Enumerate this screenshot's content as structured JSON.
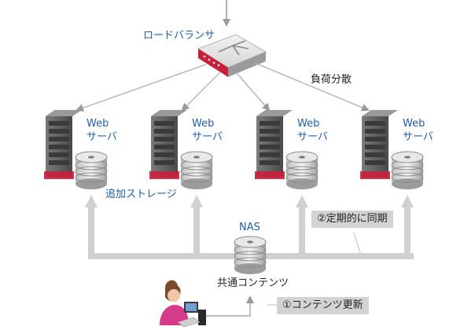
{
  "labels": {
    "load_balancer": "ロードバランサ",
    "load_distribution": "負荷分散",
    "additional_storage": "追加ストレージ",
    "nas": "NAS",
    "shared_contents": "共通コンテンツ",
    "periodic_sync": "②定期的に同期",
    "contents_update": "①コンテンツ更新"
  },
  "servers": [
    {
      "line1": "Web",
      "line2": "サーバ"
    },
    {
      "line1": "Web",
      "line2": "サーバ"
    },
    {
      "line1": "Web",
      "line2": "サーバ"
    },
    {
      "line1": "Web",
      "line2": "サーバ"
    }
  ],
  "colors": {
    "accent_red": "#c8203c",
    "label_blue": "#1f5fa8",
    "arrow_gray": "#b8b8b8",
    "sync_gray": "#d0d0d0"
  },
  "icons": [
    "router-icon",
    "server-icon",
    "disk-stack-icon",
    "user-icon",
    "computer-icon"
  ]
}
